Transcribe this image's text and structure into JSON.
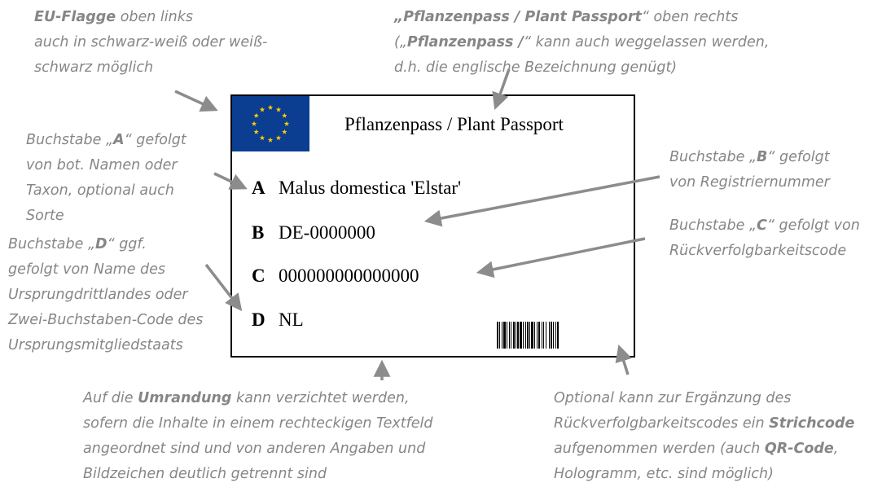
{
  "annotations": {
    "flag_note": {
      "line1_bold": "EU-Flagge",
      "line1_rest": " oben links",
      "line2": "auch in schwarz-weiß oder weiß-",
      "line3": "schwarz möglich"
    },
    "title_note": {
      "line1_bold": "„Pflanzenpass / Plant Passport",
      "line1_rest": "“ oben rechts",
      "line2_pre": "(„",
      "line2_bold": "Pflanzenpass /",
      "line2_rest": "“ kann auch weggelassen werden,",
      "line3": "d.h. die englische Bezeichnung genügt)"
    },
    "a_note": {
      "line1_pre": "Buchstabe „",
      "line1_bold": "A",
      "line1_rest": "“ gefolgt",
      "line2": "von bot. Namen oder",
      "line3": "Taxon, optional auch",
      "line4": "Sorte"
    },
    "d_note": {
      "line1_pre": "Buchstabe „",
      "line1_bold": "D",
      "line1_rest": "“ ggf.",
      "line2": "gefolgt von Name des",
      "line3": "Ursprungdrittlandes oder",
      "line4": "Zwei-Buchstaben-Code des",
      "line5": "Ursprungsmitgliedstaats"
    },
    "b_note": {
      "line1_pre": "Buchstabe „",
      "line1_bold": "B",
      "line1_rest": "“ gefolgt",
      "line2": "von Registriernummer"
    },
    "c_note": {
      "line1_pre": "Buchstabe „",
      "line1_bold": "C",
      "line1_rest": "“ gefolgt von",
      "line2": "Rückverfolgbarkeitscode"
    },
    "border_note": {
      "line1_pre": "Auf die ",
      "line1_bold": "Umrandung",
      "line1_rest": " kann verzichtet werden,",
      "line2": "sofern die Inhalte in einem rechteckigen Textfeld",
      "line3": "angeordnet sind und von anderen Angaben und",
      "line4": "Bildzeichen deutlich getrennt sind"
    },
    "barcode_note": {
      "line1": "Optional kann zur Ergänzung des",
      "line2_pre": "Rückverfolgbarkeitscodes ein ",
      "line2_bold": "Strichcode",
      "line3_pre": "aufgenommen werden (auch ",
      "line3_bold": "QR-Code",
      "line3_rest": ",",
      "line4": "Hologramm, etc. sind möglich)"
    }
  },
  "passport": {
    "title": "Pflanzenpass / Plant Passport",
    "rows": [
      {
        "letter": "A",
        "value": "Malus domestica 'Elstar'"
      },
      {
        "letter": "B",
        "value": "DE-0000000"
      },
      {
        "letter": "C",
        "value": "000000000000000"
      },
      {
        "letter": "D",
        "value": "NL"
      }
    ]
  },
  "colors": {
    "annotation_text": "#868686",
    "arrow": "#8c8c8c",
    "flag_blue": "#0b3d91",
    "flag_stars": "#ffcc00"
  }
}
